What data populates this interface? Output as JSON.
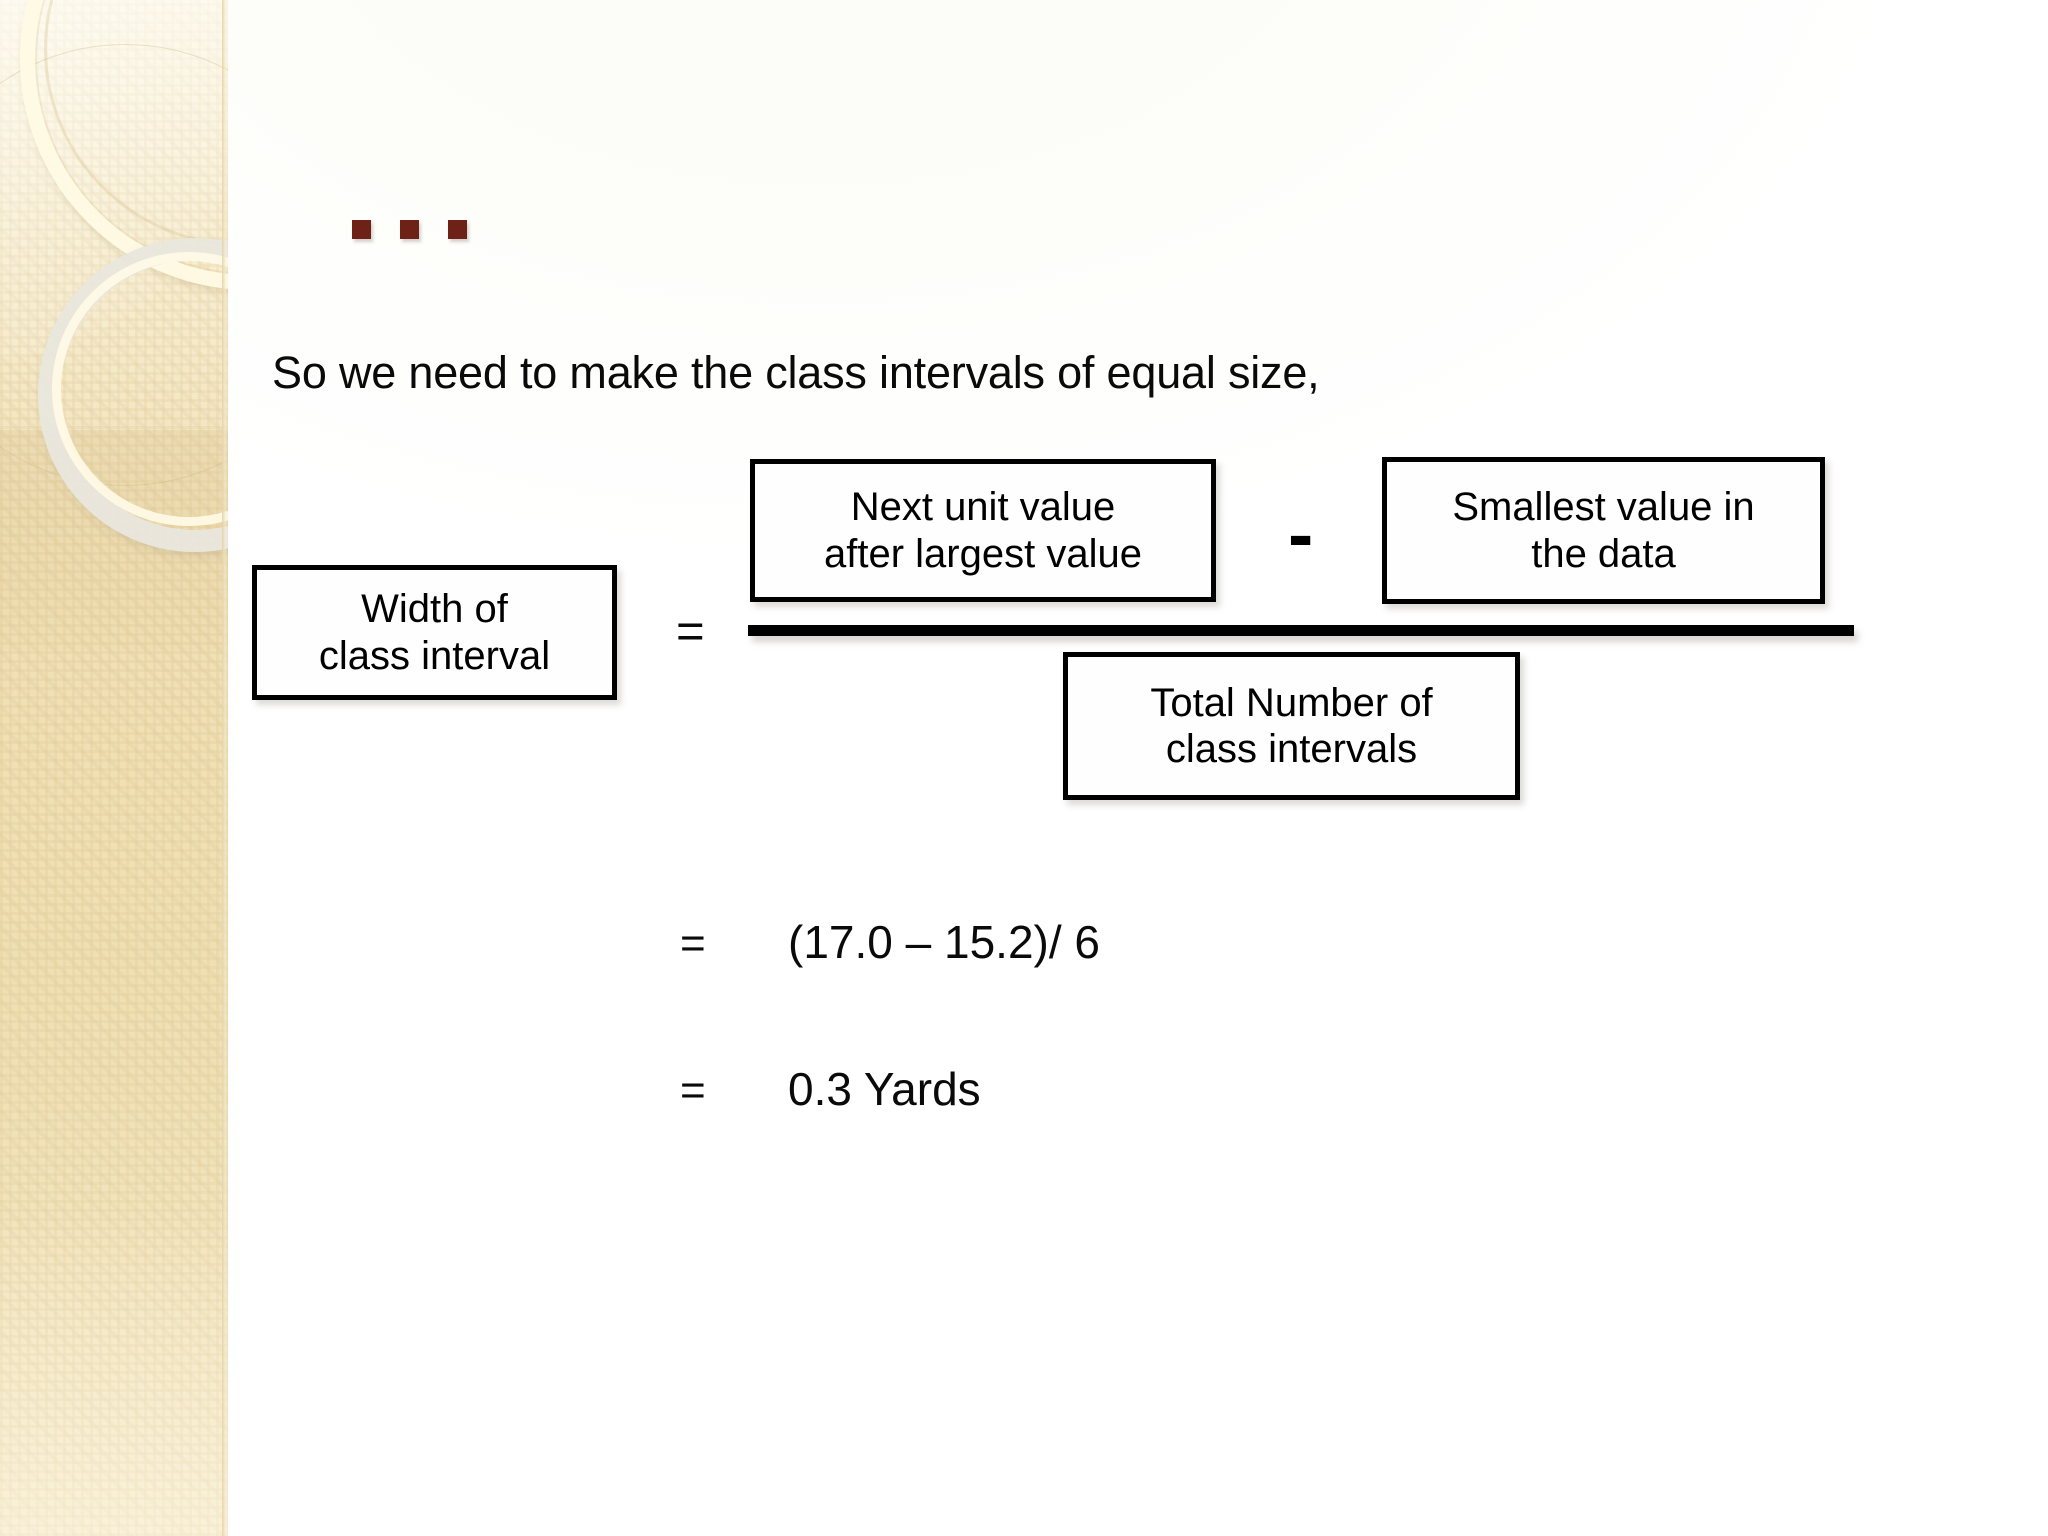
{
  "slide": {
    "background_color": "#ffffff",
    "accent_color": "#6d2117",
    "sidebar_color": "#f0e0b6",
    "border_color": "#000000",
    "bullets": [
      "bullet-1",
      "bullet-2",
      "bullet-3"
    ],
    "intro_line": "So we need to make the class intervals of equal size,"
  },
  "formula": {
    "left_box": {
      "line1": "Width of",
      "line2": "class interval"
    },
    "equals_sign": "=",
    "numerator_left_box": {
      "line1": "Next unit value",
      "line2": "after largest value"
    },
    "minus_sign": "-",
    "numerator_right_box": {
      "line1": "Smallest value in",
      "line2": "the data"
    },
    "denominator_box": {
      "line1": "Total Number of",
      "line2": "class intervals"
    }
  },
  "results": [
    {
      "equals": "=",
      "value": "(17.0 – 15.2)/ 6"
    },
    {
      "equals": "=",
      "value": "0.3 Yards"
    }
  ]
}
